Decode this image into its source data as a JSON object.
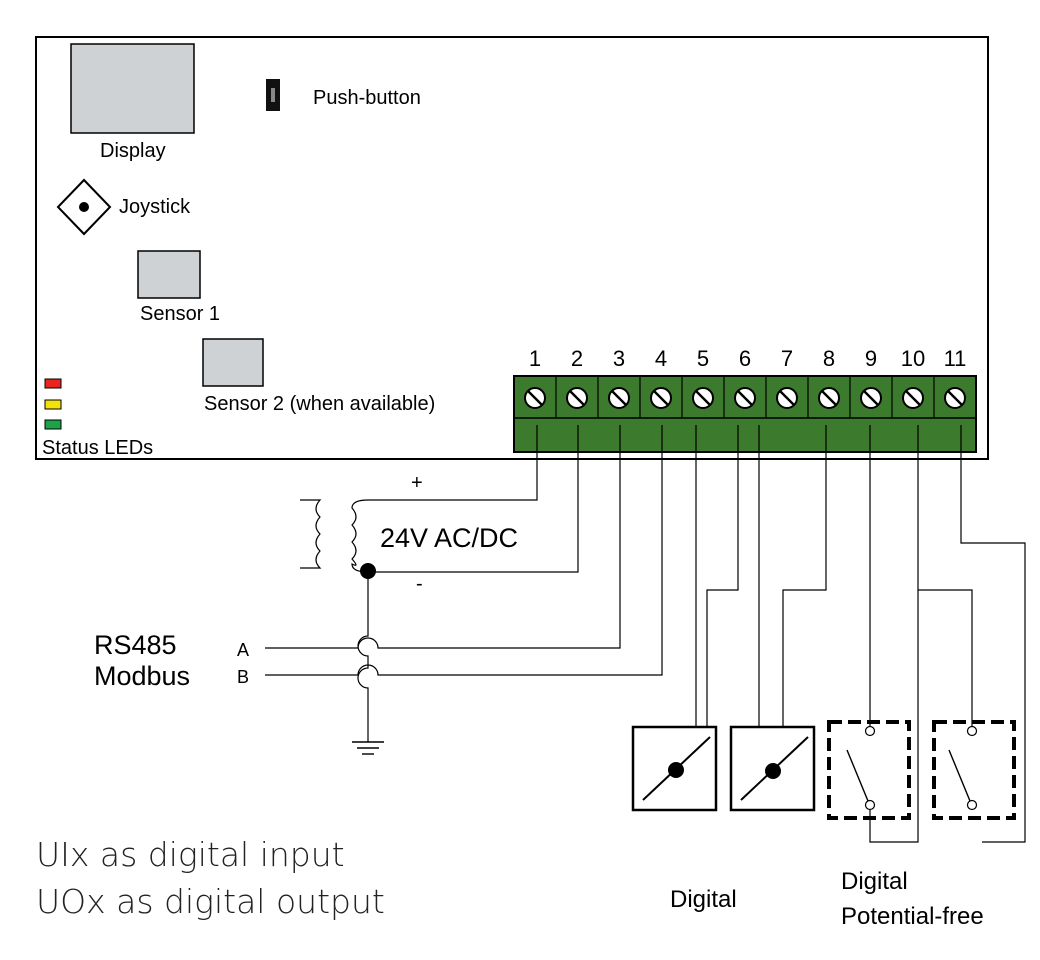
{
  "board": {
    "display_label": "Display",
    "push_button_label": "Push-button",
    "joystick_label": "Joystick",
    "sensor1_label": "Sensor 1",
    "sensor2_label": "Sensor 2 (when available)",
    "status_leds_label": "Status LEDs",
    "led_colors": [
      "#e8261f",
      "#f2e20c",
      "#1da24a"
    ],
    "terminal_color": "#3c7a2e"
  },
  "terminals": [
    "1",
    "2",
    "3",
    "4",
    "5",
    "6",
    "7",
    "8",
    "9",
    "10",
    "11"
  ],
  "power": {
    "voltage_label": "24V AC/DC",
    "plus_label": "+",
    "minus_label": "-"
  },
  "rs485": {
    "title_line1": "RS485",
    "title_line2": "Modbus",
    "a_label": "A",
    "b_label": "B"
  },
  "legend": {
    "line1": "UIx as digital input",
    "line2": "UOx as digital output"
  },
  "devices": {
    "digital_label": "Digital",
    "potential_free_line1": "Digital",
    "potential_free_line2": "Potential-free"
  }
}
